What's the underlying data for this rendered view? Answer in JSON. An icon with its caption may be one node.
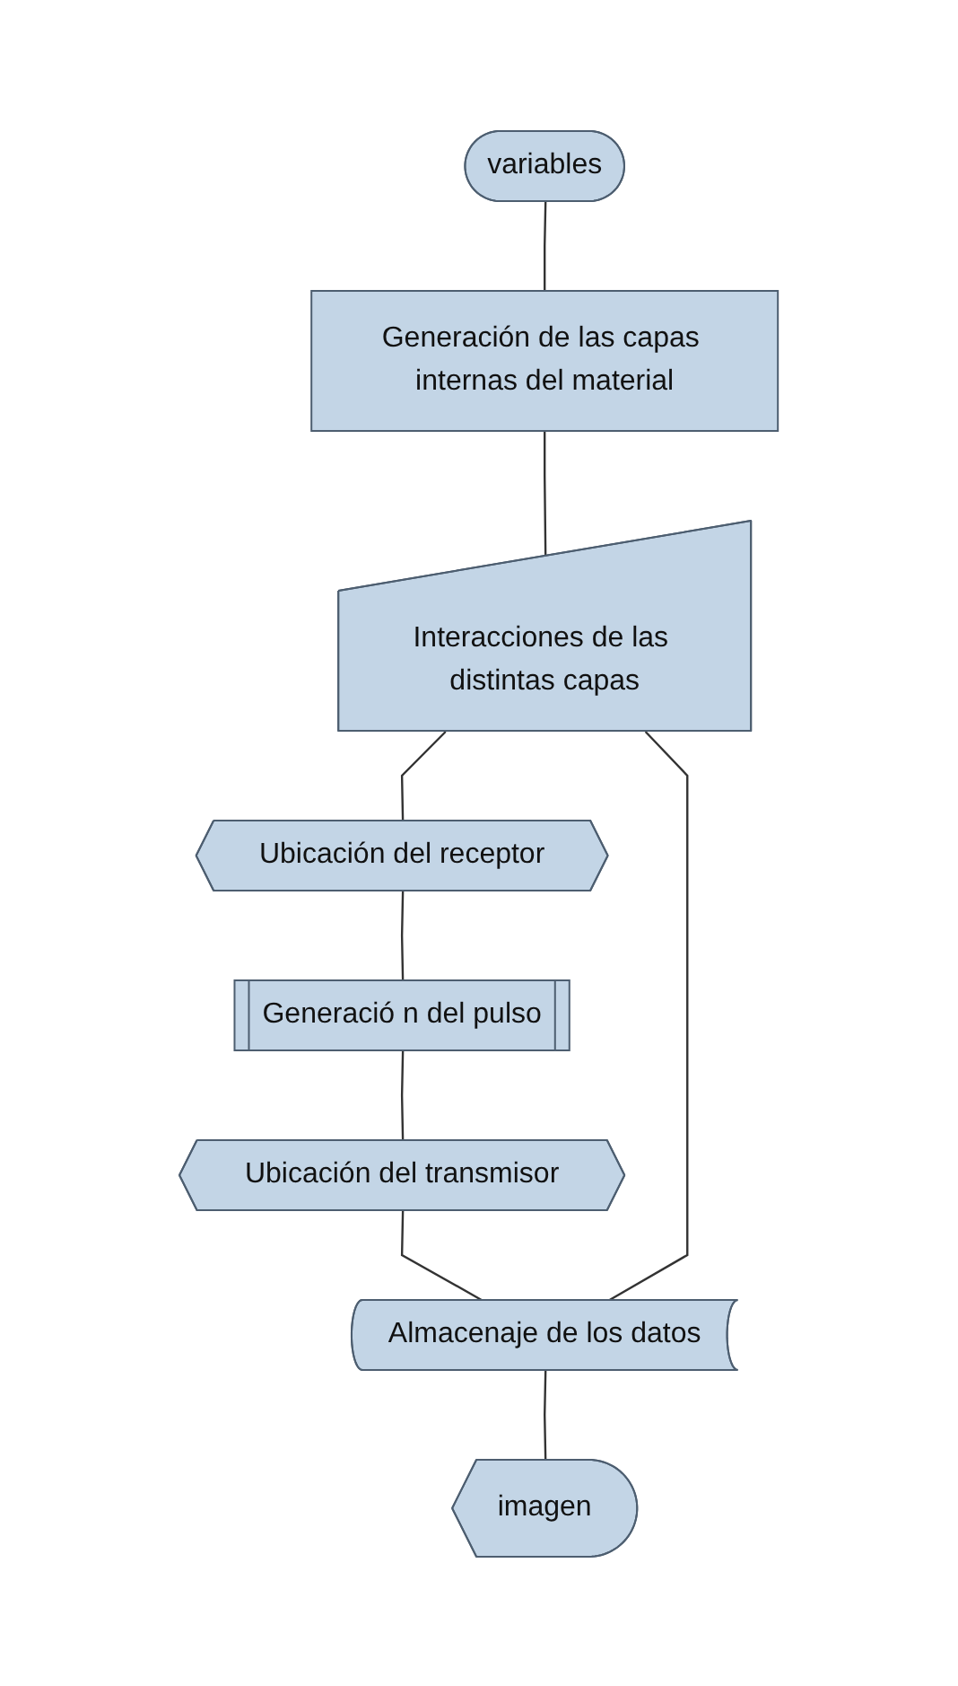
{
  "diagram": {
    "nodes": [
      {
        "text": [
          "variables"
        ]
      },
      {
        "text": [
          "Generación de las capas internas del material"
        ]
      },
      {
        "text": [
          "Interacciones de las distintas capas"
        ]
      },
      {
        "text": [
          "Ubicación del receptor"
        ]
      },
      {
        "text": [
          "Generació n del pulso"
        ]
      },
      {
        "text": [
          "Ubicación del transmisor"
        ]
      },
      {
        "text": [
          "Almacenaje de los datos"
        ]
      },
      {
        "text": [
          "imagen"
        ]
      }
    ],
    "edges": [
      {
        "from": 0,
        "to": 1,
        "arrow": "none"
      },
      {
        "from": 1,
        "to": 2,
        "arrow": "none"
      },
      {
        "from": 2,
        "to": 3,
        "arrow": "none"
      },
      {
        "from": 3,
        "to": 4,
        "arrow": "none"
      },
      {
        "from": 4,
        "to": 5,
        "arrow": "none"
      },
      {
        "from": 5,
        "to": 6,
        "arrow": "none"
      },
      {
        "from": 2,
        "to": 6,
        "arrow": "none"
      },
      {
        "from": 6,
        "to": 7,
        "arrow": "none"
      }
    ]
  }
}
